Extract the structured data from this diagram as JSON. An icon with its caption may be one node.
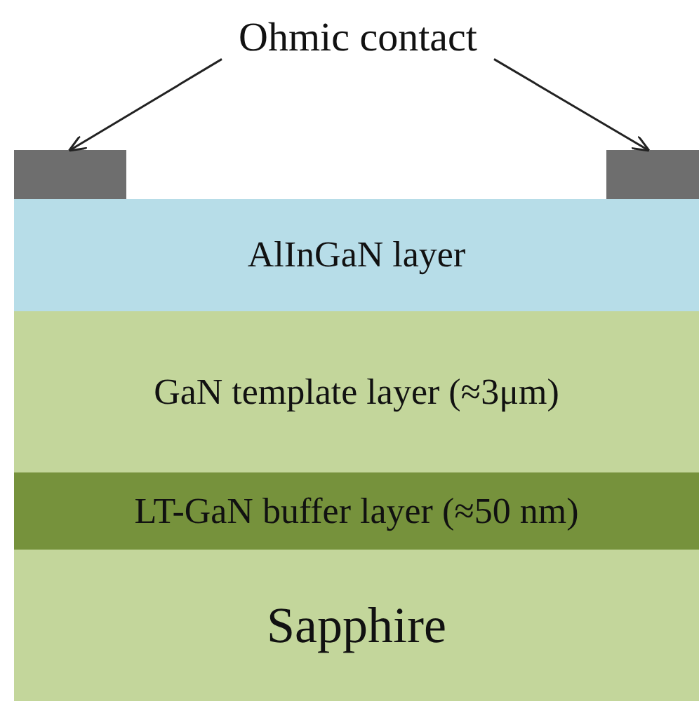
{
  "diagram": {
    "nodes": [
      {
        "text": [
          "Ohmic contact"
        ]
      },
      {
        "text": [],
        "shape": "box"
      },
      {
        "text": [],
        "shape": "box"
      },
      {
        "text": [
          "AlInGaN layer"
        ]
      },
      {
        "text": [
          "GaN template layer (≈3μm)"
        ]
      },
      {
        "text": [
          "LT-GaN buffer layer (≈50 nm)"
        ]
      },
      {
        "text": [
          "Sapphire"
        ]
      }
    ],
    "edges": [
      {
        "from": 0,
        "to": 1,
        "arrow": "to"
      },
      {
        "from": 0,
        "to": 2,
        "arrow": "to"
      }
    ]
  }
}
